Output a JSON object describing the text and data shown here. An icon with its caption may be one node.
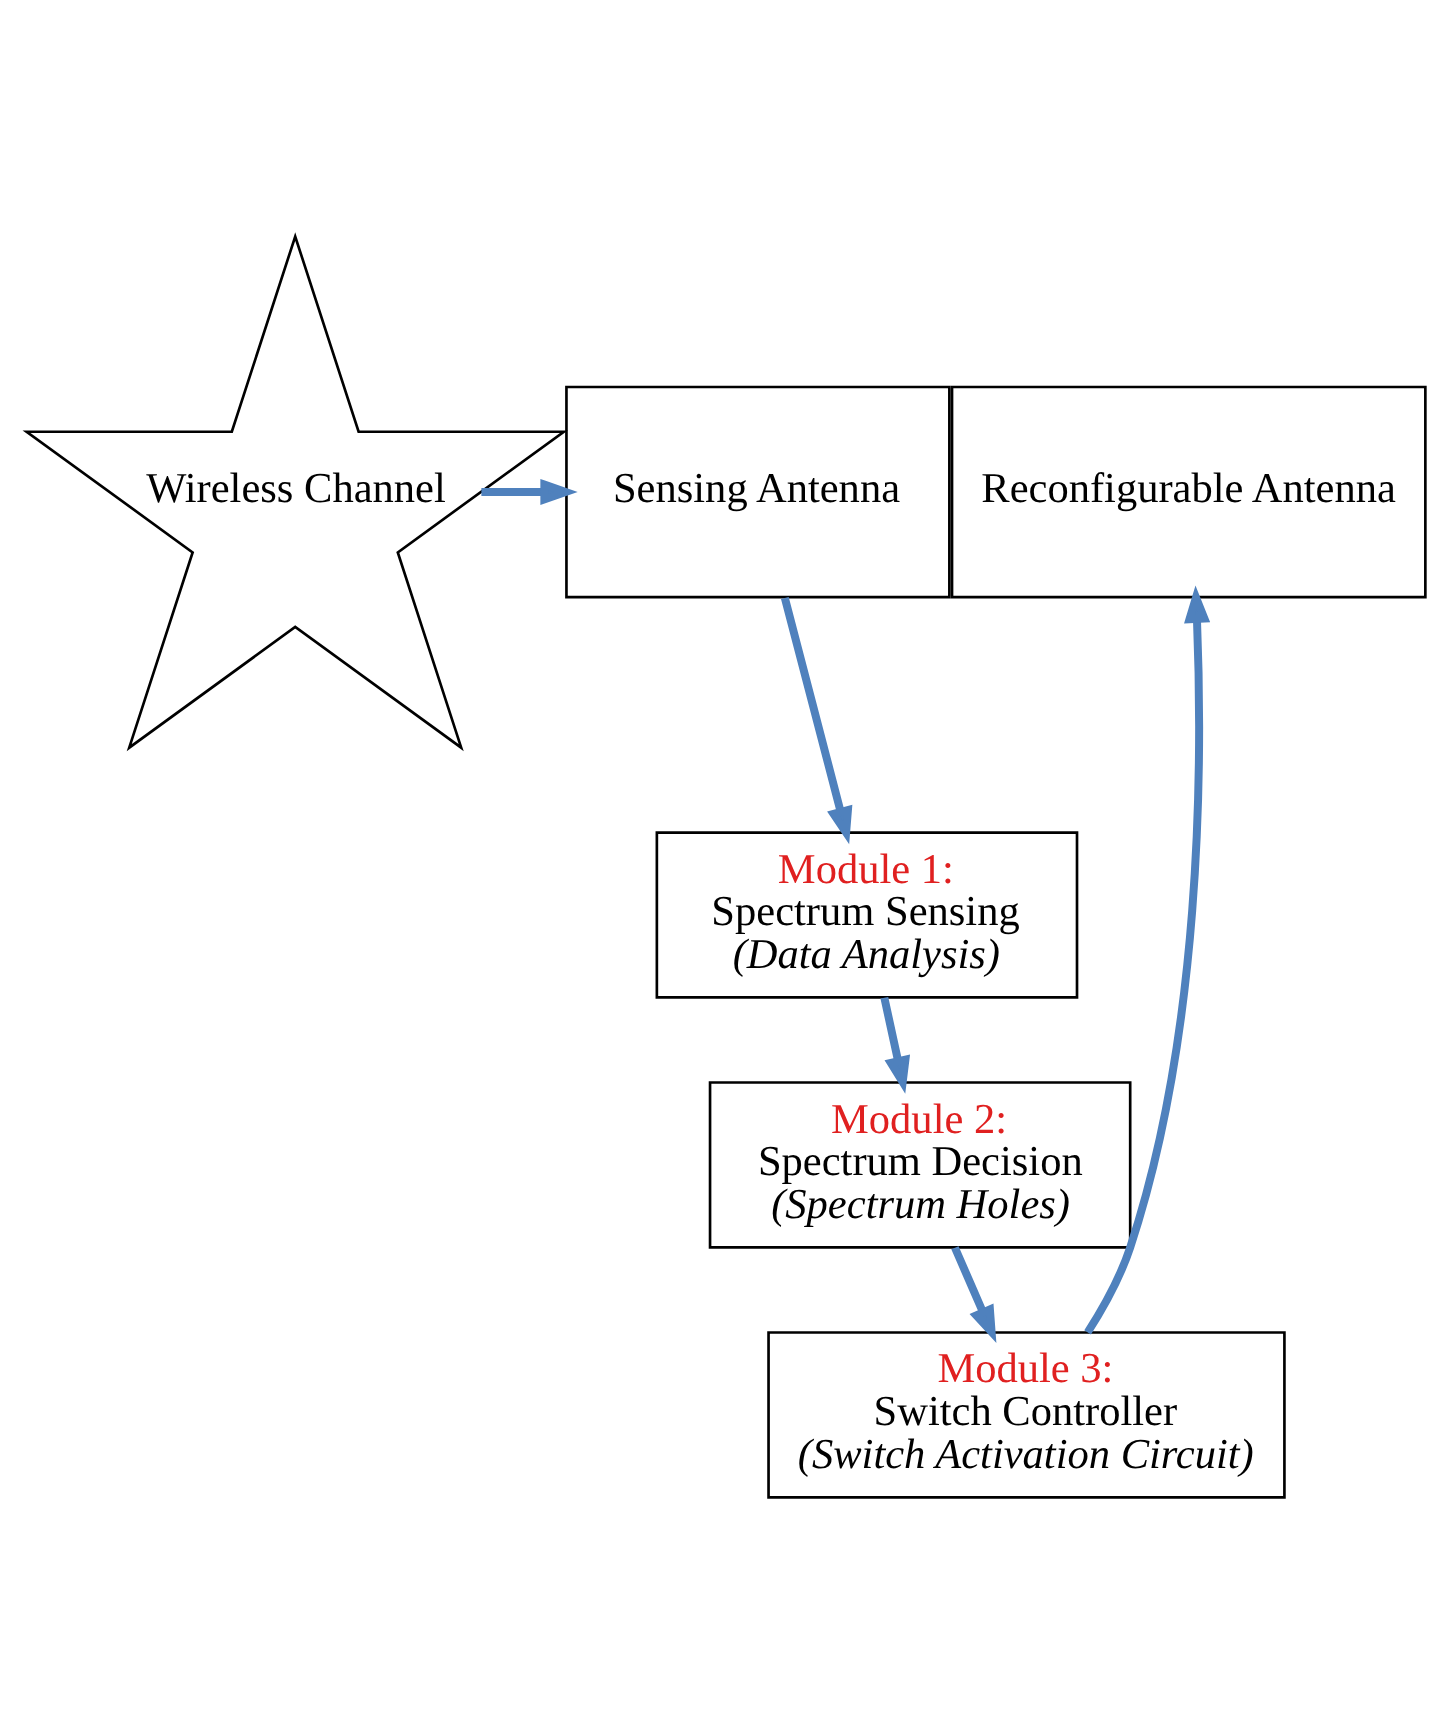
{
  "diagram": {
    "nodes": [
      {
        "text": [
          "Wireless Channel"
        ]
      },
      {
        "text": [
          "Sensing Antenna"
        ]
      },
      {
        "text": [
          "Reconfigurable Antenna"
        ]
      },
      {
        "text": [
          "Module 1:",
          "Spectrum Sensing",
          "(Data Analysis)"
        ]
      },
      {
        "text": [
          "Module 2:",
          "Spectrum Decision",
          "(Spectrum Holes)"
        ]
      },
      {
        "text": [
          "Module 3:",
          "Switch Controller",
          "(Switch Activation Circuit)"
        ]
      }
    ],
    "edges": [
      {
        "from": 0,
        "to": 1,
        "arrow": "to",
        "color": "#4f81bd"
      },
      {
        "from": 1,
        "to": 3,
        "arrow": "to",
        "color": "#4f81bd"
      },
      {
        "from": 3,
        "to": 4,
        "arrow": "to",
        "color": "#4f81bd"
      },
      {
        "from": 4,
        "to": 5,
        "arrow": "to",
        "color": "#4f81bd"
      },
      {
        "from": 5,
        "to": 2,
        "arrow": "to",
        "color": "#4f81bd"
      }
    ]
  }
}
